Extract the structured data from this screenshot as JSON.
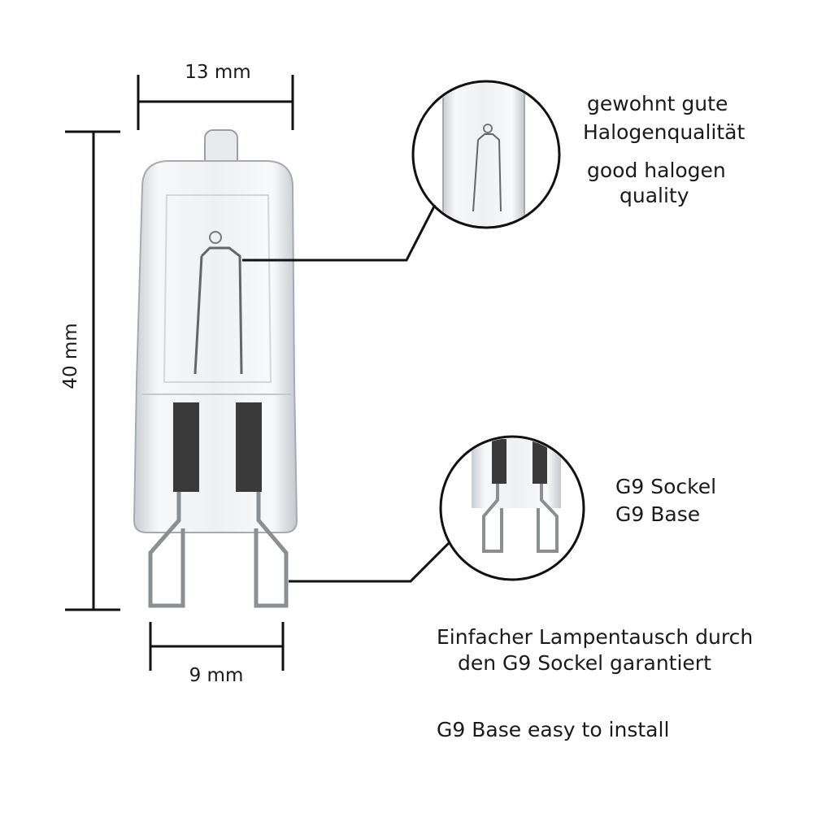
{
  "dimensions": {
    "width_label": "13 mm",
    "height_label": "40 mm",
    "pin_spacing_label": "9 mm"
  },
  "callout_quality": {
    "line1": "gewohnt gute",
    "line2": "Halogenqualität",
    "line3": "good halogen",
    "line4": "quality"
  },
  "callout_base": {
    "line1": "G9 Sockel",
    "line2": "G9 Base"
  },
  "footer": {
    "de_line1": "Einfacher Lampentausch durch",
    "de_line2": "den G9 Sockel garantiert",
    "en_line": "G9 Base easy to install"
  },
  "colors": {
    "line": "#111111",
    "glass": "#e9ecef",
    "pin": "#3a3a3a"
  }
}
